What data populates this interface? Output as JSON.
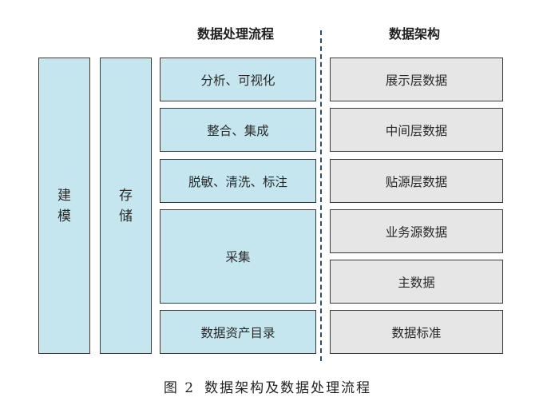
{
  "headings": {
    "process": "数据处理流程",
    "architecture": "数据架构"
  },
  "vertical_blocks": {
    "modeling": [
      "建",
      "模"
    ],
    "storage": [
      "存",
      "储"
    ]
  },
  "process_steps": [
    "分析、可视化",
    "整合、集成",
    "脱敏、清洗、标注",
    "采集",
    "数据资产目录"
  ],
  "architecture_layers": [
    "展示层数据",
    "中间层数据",
    "贴源层数据",
    "业务源数据",
    "主数据",
    "数据标准"
  ],
  "caption": {
    "number": "图 2",
    "text": "数据架构及数据处理流程"
  },
  "colors": {
    "process_fill": "#c6e6ef",
    "architecture_fill": "#e6e6e6",
    "border": "#3a3a3a",
    "divider": "#2d4f6b"
  }
}
